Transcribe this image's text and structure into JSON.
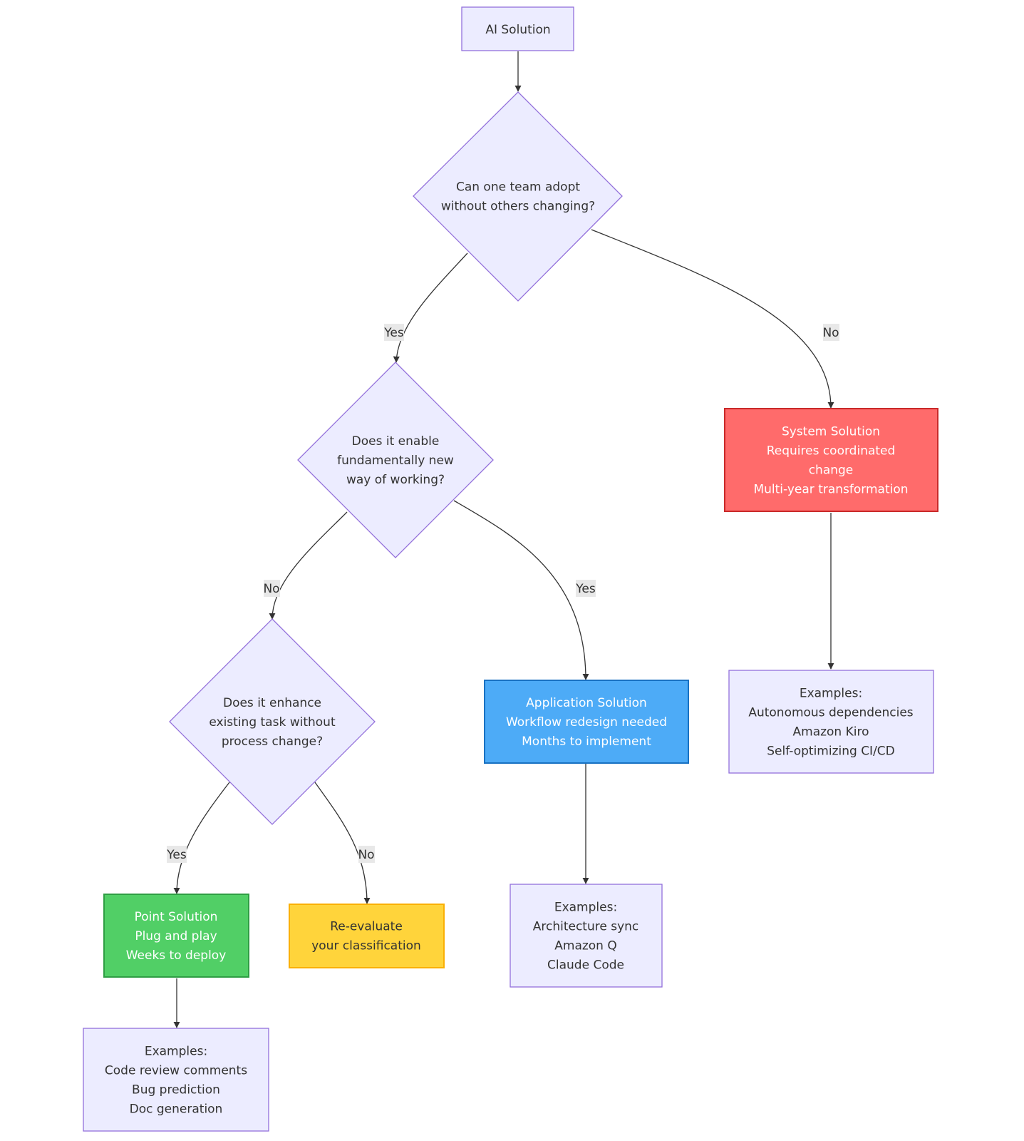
{
  "colors": {
    "default_fill": "#ECECFF",
    "default_stroke": "#9370DB",
    "system_fill": "#FF6B6B",
    "system_stroke": "#C92A2A",
    "application_fill": "#4DABF7",
    "application_stroke": "#1971C2",
    "point_fill": "#51CF66",
    "point_stroke": "#2F9E44",
    "reevaluate_fill": "#FFD43B",
    "reevaluate_stroke": "#FAB005",
    "edge": "#333333"
  },
  "nodes": {
    "start": {
      "lines": [
        "AI Solution"
      ]
    },
    "q1": {
      "lines": [
        "Can one team adopt",
        "without others changing?"
      ]
    },
    "q2": {
      "lines": [
        "Does it enable",
        "fundamentally new",
        "way of working?"
      ]
    },
    "q3": {
      "lines": [
        "Does it enhance",
        "existing task without",
        "process change?"
      ]
    },
    "system": {
      "lines": [
        "System Solution",
        "Requires coordinated",
        "change",
        "Multi-year transformation"
      ]
    },
    "application": {
      "lines": [
        "Application Solution",
        "Workflow redesign needed",
        "Months to implement"
      ]
    },
    "point": {
      "lines": [
        "Point Solution",
        "Plug and play",
        "Weeks to deploy"
      ]
    },
    "reevaluate": {
      "lines": [
        "Re-evaluate",
        "your classification"
      ]
    },
    "system_examples": {
      "lines": [
        "Examples:",
        "Autonomous dependencies",
        "Amazon Kiro",
        "Self-optimizing CI/CD"
      ]
    },
    "application_examples": {
      "lines": [
        "Examples:",
        "Architecture sync",
        "Amazon Q",
        "Claude Code"
      ]
    },
    "point_examples": {
      "lines": [
        "Examples:",
        "Code review comments",
        "Bug prediction",
        "Doc generation"
      ]
    }
  },
  "edges": {
    "q1_yes": "Yes",
    "q1_no": "No",
    "q2_no": "No",
    "q2_yes": "Yes",
    "q3_yes": "Yes",
    "q3_no": "No"
  }
}
